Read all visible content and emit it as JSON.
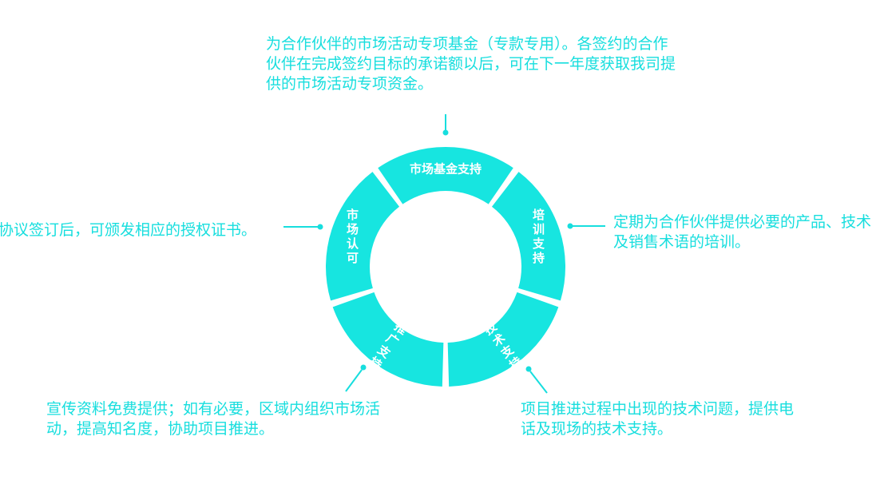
{
  "colors": {
    "segment_fill": "#17e5e0",
    "text": "#17dede",
    "connector": "#17dede"
  },
  "segments": [
    {
      "label": "市场基金支持"
    },
    {
      "label": "培训支持"
    },
    {
      "label": "技术支持"
    },
    {
      "label": "推广支持"
    },
    {
      "label": "市场认可"
    }
  ],
  "descriptions": {
    "top": "为合作伙伴的市场活动专项基金（专款专用）。各签约的合作伙伴在完成签约目标的承诺额以后，可在下一年度获取我司提供的市场活动专项资金。",
    "right": "定期为合作伙伴提供必要的产品、技术及销售术语的培训。",
    "bottom_right": "项目推进过程中出现的技术问题，提供电话及现场的技术支持。",
    "bottom_left": "宣传资料免费提供；如有必要，区域内组织市场活动，提高知名度，协助项目推进。",
    "left": "协议签订后，可颁发相应的授权证书。"
  }
}
